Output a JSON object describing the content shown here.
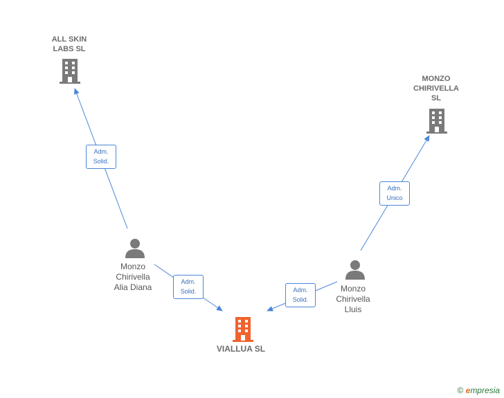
{
  "companies": [
    {
      "id": "all-skin",
      "name_line1": "ALL SKIN",
      "name_line2": "LABS  SL",
      "color": "#7a7a7a"
    },
    {
      "id": "monzo-chirivella",
      "name_line1": "MONZO",
      "name_line2": "CHIRIVELLA",
      "name_line3": "SL",
      "color": "#7a7a7a"
    },
    {
      "id": "viallua",
      "name_line1": "VIALLUA  SL",
      "color": "#f0622e"
    }
  ],
  "persons": [
    {
      "id": "alia-diana",
      "line1": "Monzo",
      "line2": "Chirivella",
      "line3": "Alia Diana"
    },
    {
      "id": "lluis",
      "line1": "Monzo",
      "line2": "Chirivella",
      "line3": "Lluis"
    }
  ],
  "edges": [
    {
      "id": "e1",
      "line1": "Adm.",
      "line2": "Solid."
    },
    {
      "id": "e2",
      "line1": "Adm.",
      "line2": "Unico"
    },
    {
      "id": "e3",
      "line1": "Adm.",
      "line2": "Solid."
    },
    {
      "id": "e4",
      "line1": "Adm.",
      "line2": "Solid."
    }
  ],
  "footer": {
    "copyright": "©",
    "brand_e": "e",
    "brand_rest": "mpresia"
  },
  "colors": {
    "edge": "#4a86d8",
    "icon_gray": "#7a7a7a",
    "icon_orange": "#f0622e"
  }
}
